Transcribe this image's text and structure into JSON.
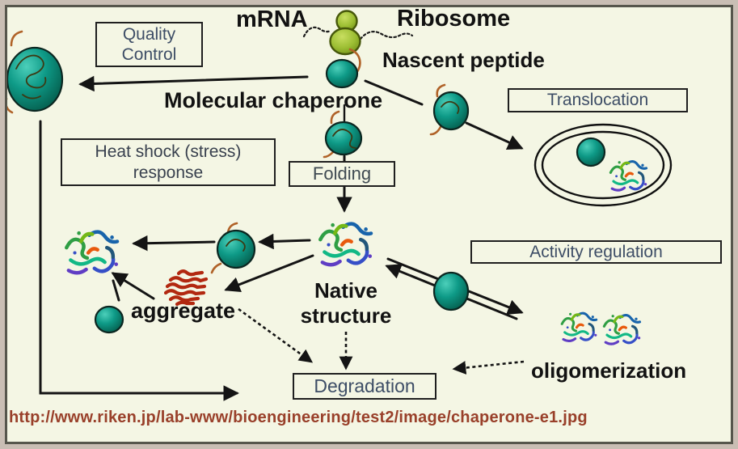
{
  "labels": {
    "mrna": "mRNA",
    "ribosome": "Ribosome",
    "nascent_peptide": "Nascent peptide",
    "molecular_chaperone": "Molecular chaperone",
    "native_structure_line1": "Native",
    "native_structure_line2": "structure",
    "aggregate": "aggregate",
    "oligomerization": "oligomerization"
  },
  "boxes": {
    "quality_control_line1": "Quality",
    "quality_control_line2": "Control",
    "translocation": "Translocation",
    "heat_shock_line1": "Heat shock (stress)",
    "heat_shock_line2": "response",
    "folding": "Folding",
    "activity_regulation": "Activity regulation",
    "degradation": "Degradation"
  },
  "source_url": "http://www.riken.jp/lab-www/bioengineering/test2/image/chaperone-e1.jpg",
  "colors": {
    "background": "#f4f6e4",
    "frame_outer": "#c9beb4",
    "frame_inner": "#56564c",
    "sphere_teal": "#0e9a87",
    "sphere_teal_light": "#4ccfba",
    "sphere_teal_dark": "#045848",
    "ribosome_green": "#9cbe33",
    "ribosome_green_dark": "#6f8c16",
    "aggregate_red": "#b22810",
    "box_text": "#3d4d66",
    "label_text": "#121212",
    "url_text": "#99402a",
    "peptide_orange": "#b06228"
  }
}
